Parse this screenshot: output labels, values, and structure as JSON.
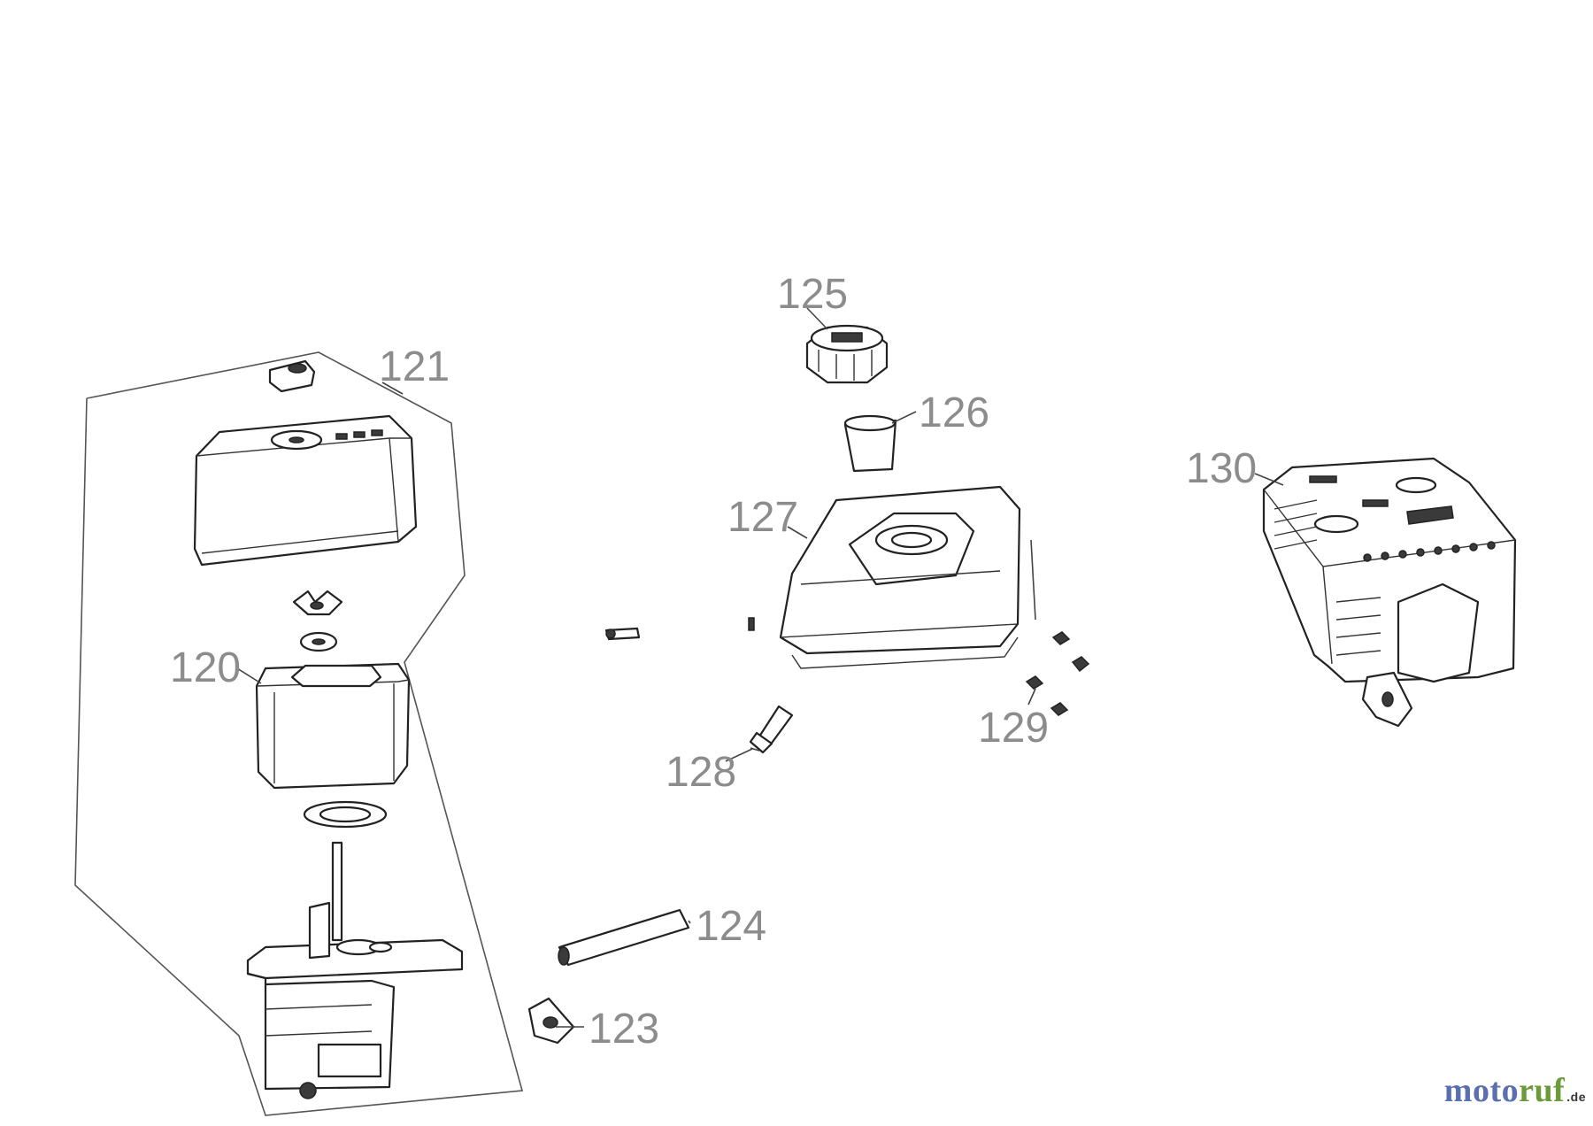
{
  "diagram": {
    "part_labels": [
      "120",
      "121",
      "123",
      "124",
      "125",
      "126",
      "127",
      "128",
      "129",
      "130"
    ]
  },
  "watermark": {
    "part1": "moto",
    "part2": "ruf",
    "suffix": ".de",
    "color1": "#5a6fb0",
    "color2": "#6a9a3a"
  }
}
